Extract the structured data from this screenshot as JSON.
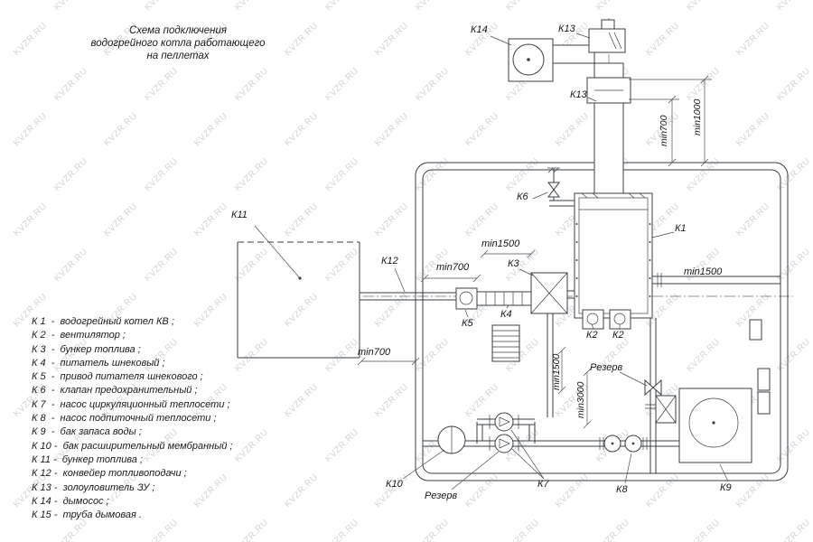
{
  "watermark": {
    "text": "KVZR.RU"
  },
  "title": {
    "lines": [
      "Схема подключения",
      "водогрейного котла работающего",
      "на пеллетах"
    ]
  },
  "legend": {
    "items": [
      "К 1  -  водогрейный котел КВ ;",
      "К 2  -  вентилятор ;",
      "К 3  -  бункер топлива ;",
      "К 4  -  питатель шнековый ;",
      "К 5  -  привод питателя шнекового ;",
      "К 6  -  клапан предохранительный ;",
      "К 7  -  насос циркуляционный теплосети ;",
      "К 8  -  насос подпиточный теплосети ;",
      "К 9  -  бак запаса воды ;",
      "К 10 -  бак расширительный мембранный ;",
      "К 11 -  бункер топлива ;",
      "К 12 -  конвейер топливоподачи ;",
      "К 13 -  золоуловитель ЗУ ;",
      "К 14 -  дымосос ;",
      "К 15 -  труба дымовая ."
    ]
  },
  "diagram": {
    "labels": {
      "k14": "К14",
      "k13a": "К13",
      "k13b": "К13",
      "k6": "К6",
      "k1": "К1",
      "k11": "К11",
      "k12": "К12",
      "k3": "К3",
      "k5": "К5",
      "k4": "К4",
      "k2a": "К2",
      "k2b": "К2",
      "k10": "К10",
      "k7": "К7",
      "k8": "К8",
      "k9": "К9",
      "reserve_a": "Резерв",
      "reserve_b": "Резерв"
    },
    "dims": {
      "top_min700": "min700",
      "top_min1000": "min1000",
      "left_min1500": "min1500",
      "left_min700": "min700",
      "right_min1500": "min1500",
      "bottom_min700": "min700",
      "mid_min1500": "min1500",
      "mid_min3000": "min3000"
    }
  }
}
